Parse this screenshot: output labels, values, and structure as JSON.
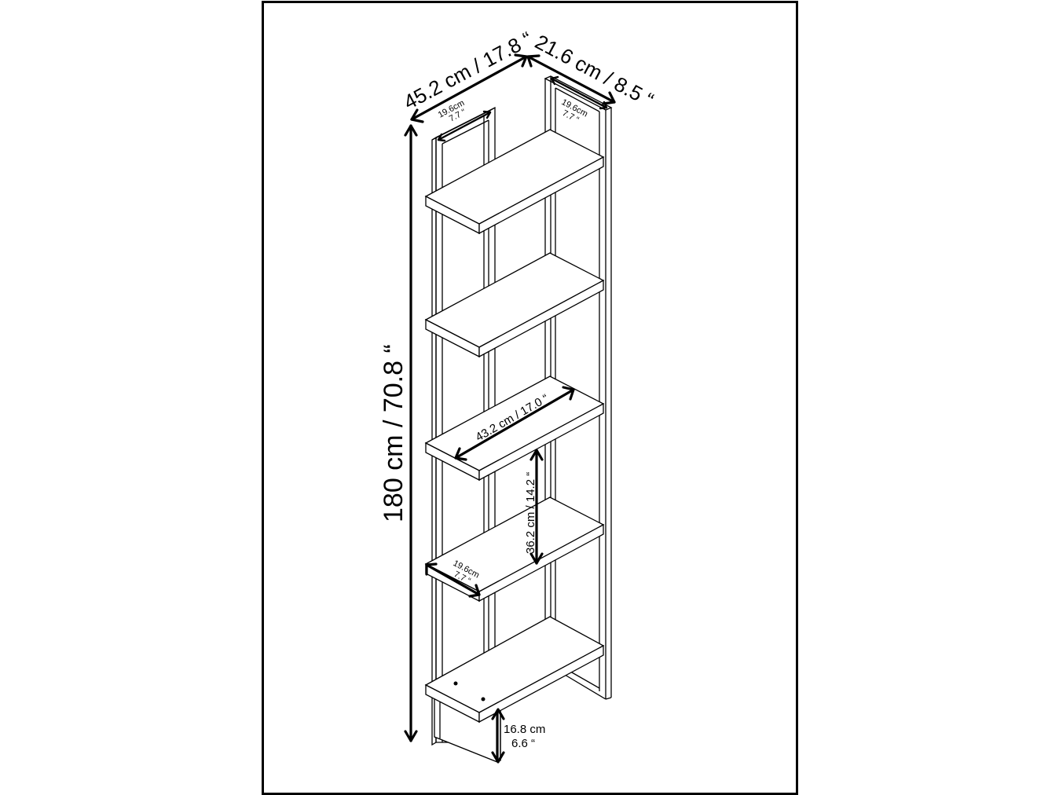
{
  "diagram": {
    "subject": "5-tier corner bookshelf with metal frame",
    "frame_color": "#000000",
    "background": "#ffffff",
    "dimensions": {
      "width": "45.2 cm / 17.8 “",
      "depth": "21.6 cm / 8.5 “",
      "height": "180 cm / 70.8 “",
      "shelf_length": "43.2 cm / 17.0 “",
      "shelf_spacing": "36.2 cm / 14.2 “",
      "frame_left_width_cm": "19.6cm",
      "frame_left_width_in": "7.7 “",
      "frame_right_width_cm": "19.6cm",
      "frame_right_width_in": "7.7 “",
      "shelf_depth_cm": "19.6cm",
      "shelf_depth_in": "7.7 “",
      "base_height_cm": "16.8 cm",
      "base_height_in": "6.6 “"
    },
    "shelf_count": 5
  }
}
